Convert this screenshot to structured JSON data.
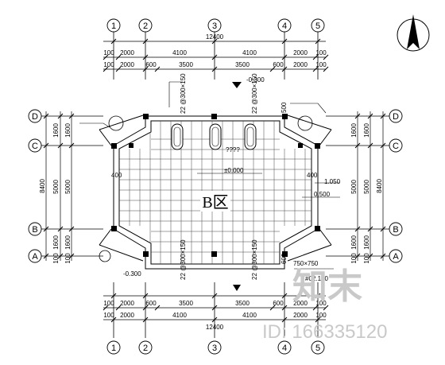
{
  "plan": {
    "zone_label": "B区",
    "axis_h": [
      "1",
      "2",
      "3",
      "4",
      "5"
    ],
    "axis_v": [
      "D",
      "C",
      "B",
      "A"
    ],
    "dims_top": {
      "overall": "12400",
      "row1": [
        "100",
        "2000",
        "4100",
        "4100",
        "2000",
        "100"
      ],
      "row2": [
        "100",
        "2000",
        "600",
        "3500",
        "3500",
        "600",
        "2000",
        "100"
      ]
    },
    "dims_bottom": {
      "overall": "12400",
      "row1": [
        "100",
        "2000",
        "4100",
        "4100",
        "2000",
        "100"
      ],
      "row2": [
        "100",
        "2000",
        "600",
        "3500",
        "3500",
        "600",
        "2000",
        "100"
      ]
    },
    "dims_left": {
      "overall": "8400",
      "outer": [
        "1600",
        "5000",
        "1600",
        "100"
      ],
      "inner": [
        "1600",
        "5000",
        "1600",
        "100"
      ]
    },
    "dims_right": {
      "overall": "8400",
      "outer": [
        "1600",
        "5000",
        "1600",
        "100"
      ],
      "inner": [
        "1600",
        "5000",
        "1600",
        "100"
      ]
    },
    "elevations": {
      "top": "-0.300",
      "bottom": "-0.300",
      "center": "±0.000",
      "right": "0.500",
      "right_small": "1.050"
    },
    "annotations": {
      "side_400_left": "400",
      "side_400_right": "400",
      "q_marks": "????",
      "tile_note": "750×750",
      "tile_code": "#02.100",
      "pipe_1": "22 @300×150",
      "pipe_2": "22 @300×150",
      "pipe_3": "22 @300×150",
      "pipe_4": "22 @300×150",
      "small_500": "500",
      "small_600": "600"
    },
    "watermark": {
      "brand": "知末",
      "id_text": "ID: 166335120"
    }
  }
}
